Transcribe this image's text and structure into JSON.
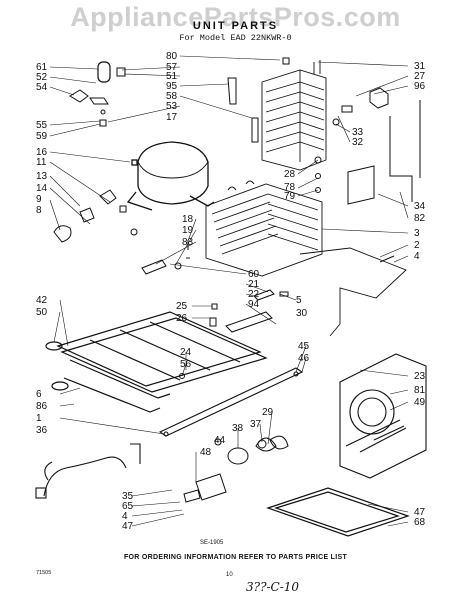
{
  "watermark": "AppliancePartsPros.com",
  "title": "UNIT PARTS",
  "subtitle": "For Model EAD 22NKWR-0",
  "callouts": {
    "left": [
      "61",
      "52",
      "54",
      "55",
      "59",
      "16",
      "11",
      "13",
      "14",
      "9",
      "8",
      "42",
      "50",
      "6",
      "86",
      "1",
      "36"
    ],
    "top": [
      "80",
      "57",
      "51",
      "95",
      "58",
      "53",
      "17"
    ],
    "right_top": [
      "31",
      "27",
      "96",
      "33",
      "32",
      "28",
      "78",
      "79",
      "34",
      "82",
      "3",
      "2",
      "4"
    ],
    "mid": [
      "18",
      "19",
      "83",
      "60",
      "21",
      "22",
      "94",
      "5",
      "30",
      "25",
      "26",
      "24",
      "56"
    ],
    "lower_right": [
      "45",
      "46",
      "23",
      "81",
      "49",
      "29",
      "37",
      "38",
      "44",
      "48",
      "47",
      "68"
    ],
    "lower_left": [
      "35",
      "65",
      "4",
      "47"
    ]
  },
  "drawing_ref": "SE-1905",
  "footer": "FOR ORDERING INFORMATION REFER TO PARTS PRICE LIST",
  "page_number": "10",
  "doc_code": "71505",
  "handwritten": "3??-C-10"
}
